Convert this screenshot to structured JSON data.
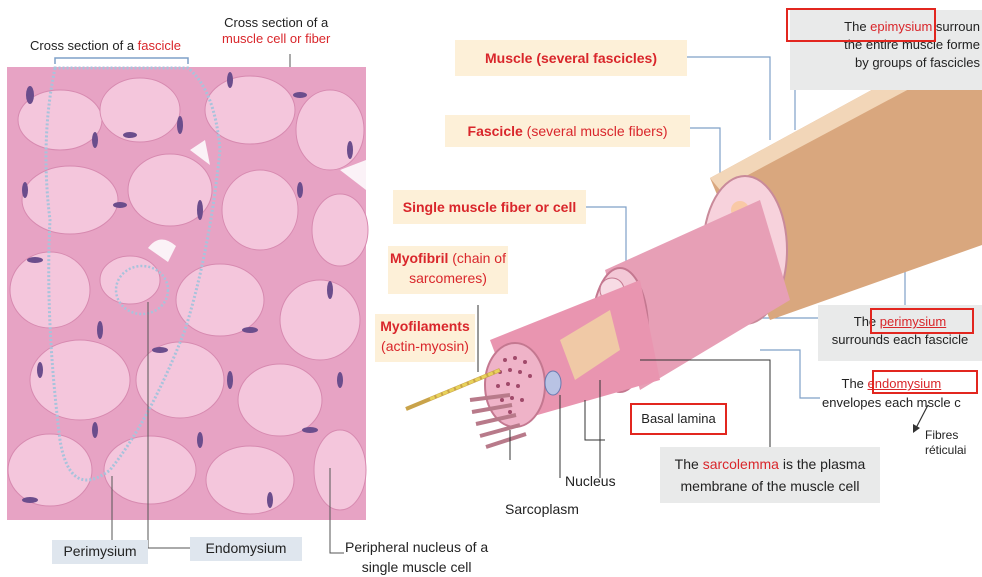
{
  "left": {
    "top_label_1_prefix": "Cross section of a ",
    "top_label_1_highlight": "fascicle",
    "top_label_2_line1": "Cross section of a",
    "top_label_2_line2": "muscle cell or fiber",
    "bottom_perimysium": "Perimysium",
    "bottom_endomysium": "Endomysium",
    "bottom_nucleus_line1": "Peripheral nucleus of a",
    "bottom_nucleus_line2": "single muscle cell"
  },
  "right": {
    "muscle": "Muscle (several fascicles)",
    "fascicle_bold": "Fascicle",
    "fascicle_rest": " (several muscle fibers)",
    "single_fiber": "Single muscle fiber or cell",
    "myofibril_bold": "Myofibril",
    "myofibril_rest_line1": " (chain of",
    "myofibril_rest_line2": "sarcomeres)",
    "myofilaments_line1": "Myofilaments",
    "myofilaments_line2": "(actin-myosin)",
    "epimysium_pre": "The ",
    "epimysium_word": "epimysium",
    "epimysium_post": " surroun",
    "epimysium_line2": "the entire muscle forme",
    "epimysium_line3": "by groups of fascicles",
    "perimysium_pre": "The ",
    "perimysium_word": "perimysium",
    "perimysium_line2": "surrounds each fascicle",
    "endomysium_pre": "The ",
    "endomysium_word": "endomysium",
    "endomysium_line2_a": "envelopes each m",
    "endomysium_line2_b": "scle c",
    "fibres_line1": "Fibres",
    "fibres_line2": "réticulai",
    "basal_lamina": "Basal lamina",
    "nucleus": "Nucleus",
    "sarcoplasm": "Sarcoplasm",
    "sarcolemma_pre": "The ",
    "sarcolemma_word": "sarcolemma",
    "sarcolemma_post": " is the plasma",
    "sarcolemma_line2": "membrane of the muscle cell"
  },
  "colors": {
    "label_red": "#d9262b",
    "highlight_box": "#e2261f",
    "tissue_pink": "#e8a6c6",
    "nucleus_purple": "#6b4d8c",
    "cream_box": "#fdf0d8",
    "grey_box": "#e9eaea",
    "blue_box": "#dfe6ee",
    "muscle_tan": "#d9a77e"
  }
}
